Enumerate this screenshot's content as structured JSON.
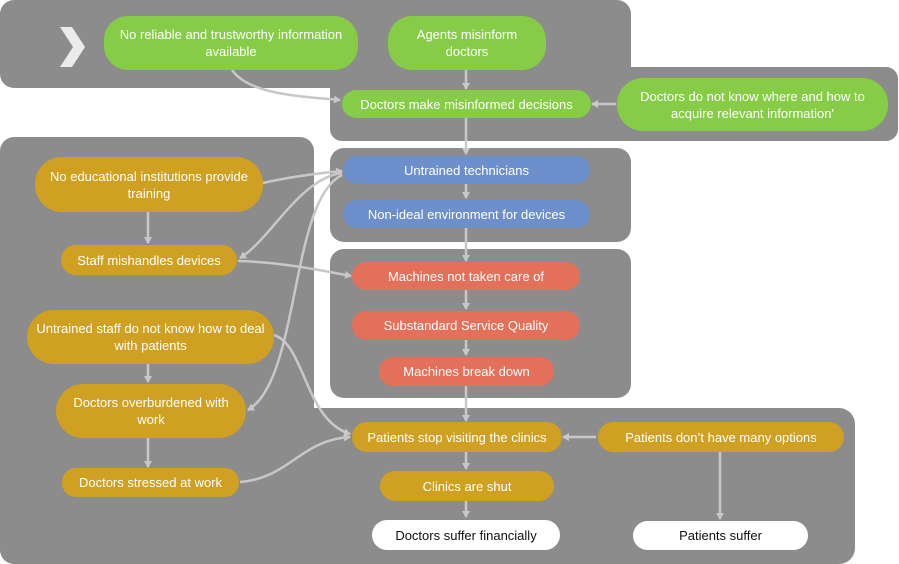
{
  "colors": {
    "panel": "#8c8c8c",
    "green": "#86cc47",
    "blue": "#6d8fcb",
    "red": "#e3705a",
    "gold": "#cfa021",
    "white": "#ffffff",
    "connector": "#c8c8c8"
  },
  "icons": {
    "chevron": "chevron-right-icon"
  },
  "nodes": {
    "no_reliable_info": "No reliable and trustworthy information available",
    "agents_misinform": "Agents misinform doctors",
    "doctors_misinformed": "Doctors make misinformed decisions",
    "doctors_dont_know": "Doctors do not know where and how to acquire relevant information'",
    "untrained_technicians": "Untrained technicians",
    "non_ideal_env": "Non-ideal environment for devices",
    "machines_not_cared": "Machines not taken care of",
    "substandard_service": "Substandard Service Quality",
    "machines_break": "Machines break down",
    "no_edu_institutions": "No educational institutions provide training",
    "staff_mishandles": "Staff mishandles devices",
    "untrained_staff_patients": "Untrained staff do not know how to deal with patients",
    "doctors_overburdened": "Doctors overburdened with work",
    "doctors_stressed": "Doctors stressed at work",
    "patients_stop": "Patients stop visiting the clinics",
    "patients_options": "Patients don’t have many options",
    "clinics_shut": "Clinics are shut",
    "doctors_suffer": "Doctors suffer financially",
    "patients_suffer": "Patients suffer"
  }
}
